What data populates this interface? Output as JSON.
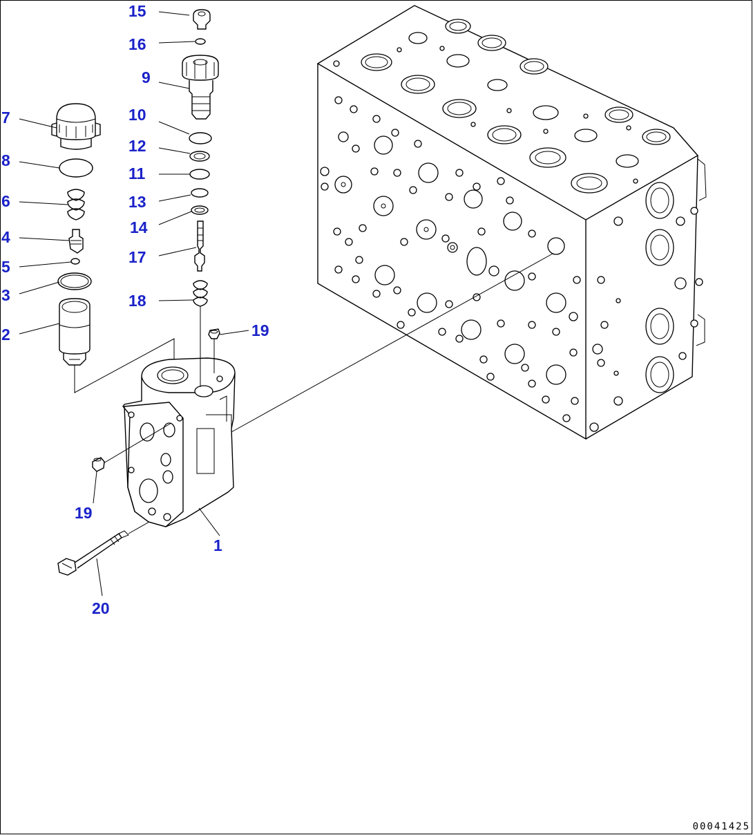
{
  "drawing": {
    "code": "00041425",
    "callout_color": "#1a22c8"
  },
  "callouts": [
    {
      "id": "15",
      "label": "15"
    },
    {
      "id": "16",
      "label": "16"
    },
    {
      "id": "9",
      "label": "9"
    },
    {
      "id": "7",
      "label": "7"
    },
    {
      "id": "10",
      "label": "10"
    },
    {
      "id": "12",
      "label": "12"
    },
    {
      "id": "8",
      "label": "8"
    },
    {
      "id": "11",
      "label": "11"
    },
    {
      "id": "6",
      "label": "6"
    },
    {
      "id": "13",
      "label": "13"
    },
    {
      "id": "14",
      "label": "14"
    },
    {
      "id": "4",
      "label": "4"
    },
    {
      "id": "17",
      "label": "17"
    },
    {
      "id": "5",
      "label": "5"
    },
    {
      "id": "3",
      "label": "3"
    },
    {
      "id": "18",
      "label": "18"
    },
    {
      "id": "2",
      "label": "2"
    },
    {
      "id": "19a",
      "label": "19"
    },
    {
      "id": "19b",
      "label": "19"
    },
    {
      "id": "1",
      "label": "1"
    },
    {
      "id": "20",
      "label": "20"
    }
  ]
}
